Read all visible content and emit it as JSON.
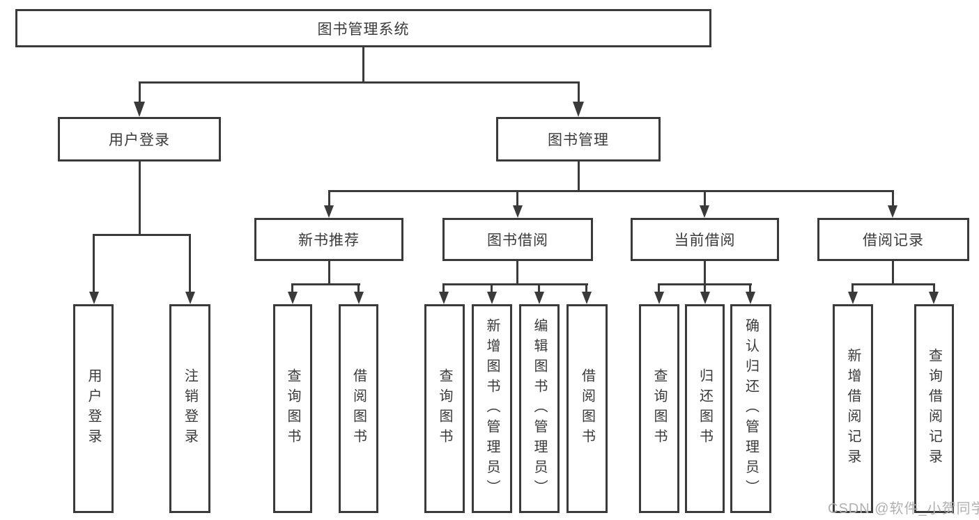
{
  "diagram": {
    "title": "图书管理系统",
    "level2": [
      {
        "label": "用户登录",
        "children": [
          "用户登录",
          "注销登录"
        ]
      },
      {
        "label": "图书管理",
        "sections": [
          {
            "label": "新书推荐",
            "children": [
              "查询图书",
              "借阅图书"
            ]
          },
          {
            "label": "图书借阅",
            "children": [
              "查询图书",
              "新增图书（管理员）",
              "编辑图书（管理员）",
              "借阅图书"
            ]
          },
          {
            "label": "当前借阅",
            "children": [
              "查询图书",
              "归还图书",
              "确认归还（管理员）"
            ]
          },
          {
            "label": "借阅记录",
            "children": [
              "新增借阅记录",
              "查询借阅记录"
            ]
          }
        ]
      }
    ]
  },
  "watermark": "CSDN @软件_小贺同学",
  "colors": {
    "line": "#3a3a3a",
    "text": "#3a3a3a",
    "background": "#ffffff",
    "watermark": "#b0b0b0"
  }
}
